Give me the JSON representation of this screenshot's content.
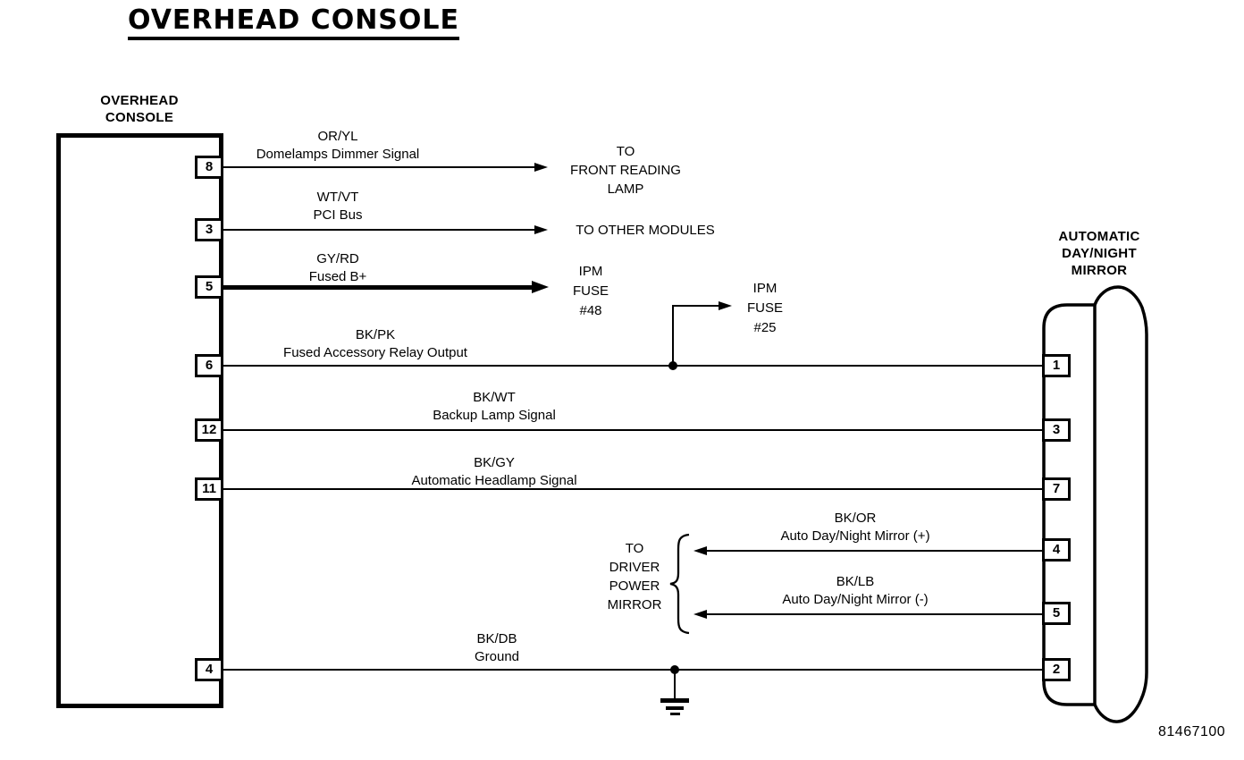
{
  "title": "OVERHEAD CONSOLE",
  "part_number": "81467100",
  "console": {
    "label": [
      "OVERHEAD",
      "CONSOLE"
    ],
    "pins": [
      "8",
      "3",
      "5",
      "6",
      "12",
      "11",
      "4"
    ]
  },
  "mirror": {
    "label": [
      "AUTOMATIC",
      "DAY/NIGHT",
      "MIRROR"
    ],
    "pins": [
      "1",
      "3",
      "7",
      "4",
      "5",
      "2"
    ]
  },
  "wires": {
    "domelamps": {
      "code": "OR/YL",
      "name": "Domelamps Dimmer Signal"
    },
    "pci": {
      "code": "WT/VT",
      "name": "PCI Bus"
    },
    "fused_b": {
      "code": "GY/RD",
      "name": "Fused B+"
    },
    "accessory": {
      "code": "BK/PK",
      "name": "Fused Accessory Relay Output"
    },
    "backup": {
      "code": "BK/WT",
      "name": "Backup Lamp Signal"
    },
    "headlamp": {
      "code": "BK/GY",
      "name": "Automatic Headlamp Signal"
    },
    "mirror_plus": {
      "code": "BK/OR",
      "name": "Auto Day/Night Mirror (+)"
    },
    "mirror_minus": {
      "code": "BK/LB",
      "name": "Auto Day/Night Mirror (-)"
    },
    "ground": {
      "code": "BK/DB",
      "name": "Ground"
    }
  },
  "destinations": {
    "front_reading_lamp": [
      "TO",
      "FRONT READING",
      "LAMP"
    ],
    "other_modules": [
      "TO OTHER MODULES"
    ],
    "ipm_fuse_48": [
      "IPM",
      "FUSE",
      "#48"
    ],
    "ipm_fuse_25": [
      "IPM",
      "FUSE",
      "#25"
    ],
    "driver_power_mirror": [
      "TO",
      "DRIVER",
      "POWER",
      "MIRROR"
    ]
  }
}
